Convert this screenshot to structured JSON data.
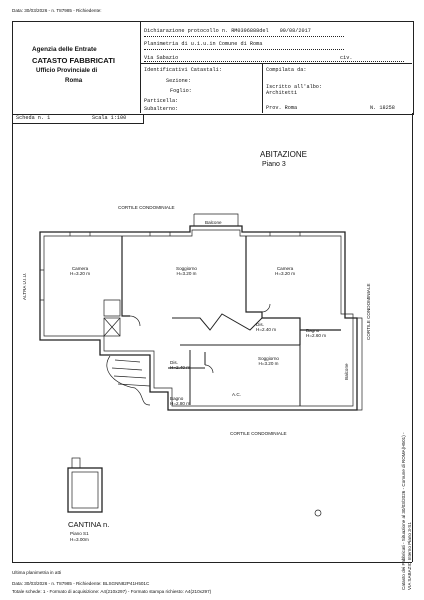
{
  "top_note": "Data: 30/03/2026 - n. T87985 - Richiedente:",
  "agency": {
    "line1": "Agenzia delle Entrate",
    "line2": "CATASTO FABBRICATI",
    "line3": "Ufficio Provinciale di",
    "line4": "Roma"
  },
  "header": {
    "declaration_label": "Dichiarazione protocollo n.",
    "declaration_number": "RM0396888",
    "del_label": "del",
    "declaration_date": "09/08/2017",
    "planimetry_label": "Planimetria di u.i.u.in Comune di",
    "comune": "Roma",
    "address_label": "Via Sabazio",
    "civ_label": "civ.",
    "identificativi_label": "Identificativi Catastali:",
    "sezione_label": "Sezione:",
    "foglio_label": "Foglio:",
    "particella_label": "Particella:",
    "subalterno_label": "Subalterno:",
    "compilata_label": "Compilata da:",
    "iscritto_label": "Iscritto all'albo:",
    "albo": "Architetti",
    "prov_label": "Prov. Roma",
    "n_label": "N. 18258"
  },
  "scheda": {
    "scheda_label": "Scheda n. 1",
    "scala_label": "Scala 1:100"
  },
  "plan": {
    "unit_type": "ABITAZIONE",
    "floor": "Piano 3",
    "cortile_top": "CORTILE CONDOMINIALE",
    "cortile_bottom": "CORTILE CONDOMINIALE",
    "cortile_right": "CORTILE CONDOMINIALE",
    "altra_ui": "ALTRA U.I.U.",
    "balcone_top": "Balcone",
    "balcone_right": "Balcone",
    "ac_label": "A.C.",
    "rooms": [
      {
        "name": "Camera",
        "height": "H=3.20 m"
      },
      {
        "name": "Soggiorno",
        "height": "H=3.20 m"
      },
      {
        "name": "Camera",
        "height": "H=3.20 m"
      },
      {
        "name": "Dis.",
        "height": "H=2.40 m"
      },
      {
        "name": "Bagno",
        "height": "H=2.60 m"
      },
      {
        "name": "Soggiorno",
        "height": "H=3.20 m"
      },
      {
        "name": "Dis.",
        "height": "H=2.40 m"
      },
      {
        "name": "Bagno",
        "height": "H=2.80 m"
      }
    ],
    "cantina_title": "CANTINA n.",
    "cantina_floor": "Piano S1",
    "cantina_height": "H=3.00m"
  },
  "side_text": {
    "line1": "Catasto dei Fabbricati - Situazione al 30/03/2026 - Comune di ROMA(H501) -",
    "line2": "VIA SABAZIO       Interno   Piano 3-S1"
  },
  "footer": {
    "line1": "Ultima planimetria in atti",
    "line2": "Data: 30/03/2026 - n. T87985 - Richiedente: BLSGNN82P41H501C",
    "line3": "Totale schede: 1 - Formato di acquisizione: A4(210x297) - Formato stampa richiesto: A4(210x297)"
  }
}
